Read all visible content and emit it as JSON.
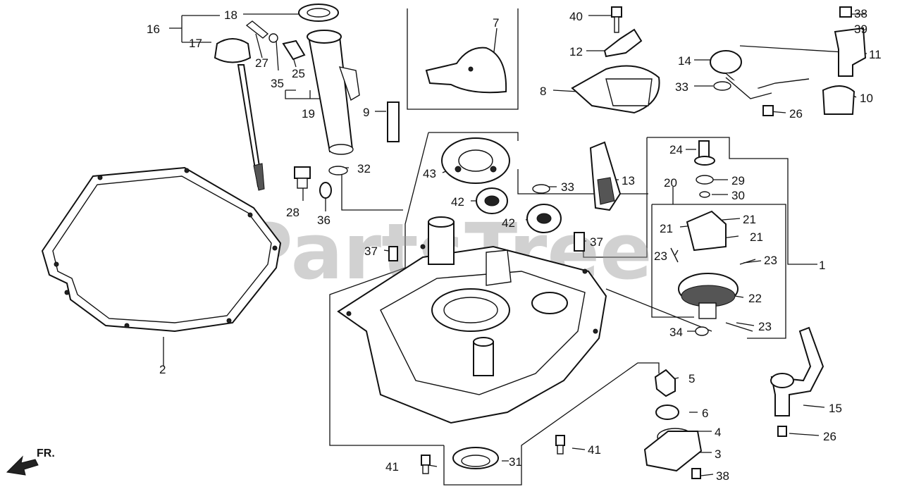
{
  "watermark": "PartsTree",
  "direction_label": "FR.",
  "callouts": {
    "c1": "1",
    "c2": "2",
    "c3": "3",
    "c4": "4",
    "c5": "5",
    "c6": "6",
    "c7": "7",
    "c8": "8",
    "c9": "9",
    "c10": "10",
    "c11": "11",
    "c12": "12",
    "c13": "13",
    "c14": "14",
    "c15": "15",
    "c16": "16",
    "c17": "17",
    "c18": "18",
    "c19": "19",
    "c20": "20",
    "c21a": "21",
    "c21b": "21",
    "c21c": "21",
    "c22": "22",
    "c23a": "23",
    "c23b": "23",
    "c23c": "23",
    "c24": "24",
    "c25": "25",
    "c26a": "26",
    "c26b": "26",
    "c27": "27",
    "c28": "28",
    "c29": "29",
    "c30": "30",
    "c31": "31",
    "c32": "32",
    "c33a": "33",
    "c33b": "33",
    "c34": "34",
    "c35": "35",
    "c36": "36",
    "c37a": "37",
    "c37b": "37",
    "c38a": "38",
    "c38b": "38",
    "c39": "39",
    "c40": "40",
    "c41a": "41",
    "c41b": "41",
    "c42a": "42",
    "c42b": "42",
    "c43": "43"
  }
}
